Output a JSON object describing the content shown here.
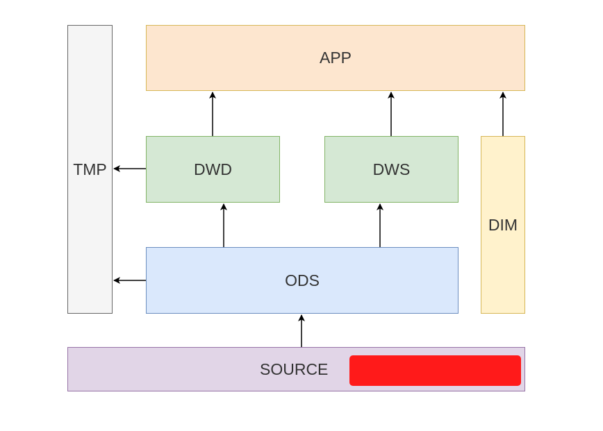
{
  "nodes": {
    "app": "APP",
    "tmp": "TMP",
    "dwd": "DWD",
    "dws": "DWS",
    "dim": "DIM",
    "ods": "ODS",
    "source": "SOURCE"
  },
  "colors": {
    "redaction": "#ff1a1a",
    "arrow": "#000000"
  },
  "edges": [
    {
      "from": "DWD",
      "to": "APP"
    },
    {
      "from": "DWS",
      "to": "APP"
    },
    {
      "from": "DIM",
      "to": "APP"
    },
    {
      "from": "DWD",
      "to": "TMP"
    },
    {
      "from": "ODS",
      "to": "DWD"
    },
    {
      "from": "ODS",
      "to": "DWS"
    },
    {
      "from": "ODS",
      "to": "TMP"
    },
    {
      "from": "SOURCE",
      "to": "ODS"
    }
  ]
}
